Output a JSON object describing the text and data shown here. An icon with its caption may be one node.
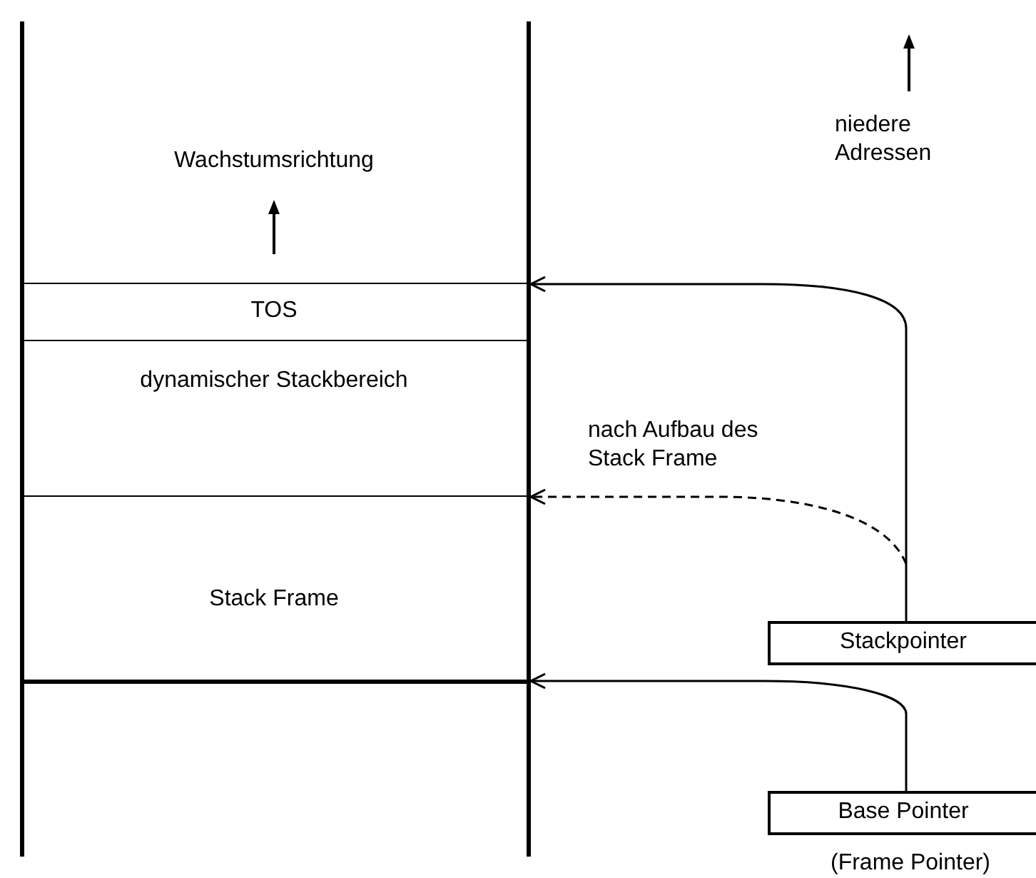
{
  "diagram": {
    "nodes": [
      {
        "text": [
          "Wachstumsrichtung"
        ]
      },
      {
        "text": [
          "TOS"
        ]
      },
      {
        "text": [
          "dynamischer Stackbereich"
        ]
      },
      {
        "text": [
          "Stack Frame"
        ]
      },
      {
        "text": [],
        "shape": "box"
      },
      {
        "text": [
          "Stackpointer"
        ]
      },
      {
        "text": [
          "Base Pointer"
        ],
        "beside": [
          "(Frame Pointer)"
        ]
      }
    ],
    "edges": [
      {
        "from": 5,
        "to": 1,
        "arrow": "to"
      },
      {
        "from": 5,
        "to": 3,
        "arrow": "to",
        "style": "dashed",
        "label": "nach Aufbau des Stack Frame"
      },
      {
        "from": 6,
        "to": 4,
        "arrow": "to"
      }
    ],
    "labels": [
      "niedere Adressen"
    ]
  }
}
